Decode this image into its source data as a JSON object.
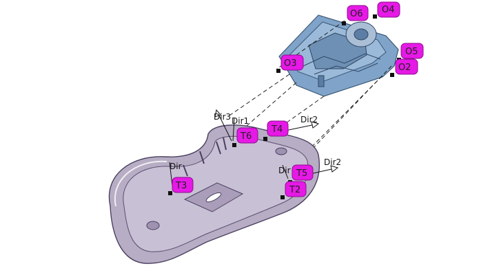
{
  "colors": {
    "tag_fill": "#e619e6",
    "tag_stroke": "#8a0f8a",
    "shell_fill": "#b7adc4",
    "shell_edge": "#4b4060",
    "module_fill": "#7fa3c9",
    "leader": "#222222"
  },
  "tags": {
    "o6": "O6",
    "o4": "O4",
    "o5": "O5",
    "o3": "O3",
    "o2": "O2",
    "t4": "T4",
    "t6": "T6",
    "t3": "T3",
    "t5": "T5",
    "t2": "T2"
  },
  "directions": {
    "dir3": "Dir3",
    "dir1": "Dir1",
    "dir2_upper": "Dir2",
    "dir2_lower": "Dir2",
    "dir_a": "Dir",
    "dir_b": "Dir"
  }
}
